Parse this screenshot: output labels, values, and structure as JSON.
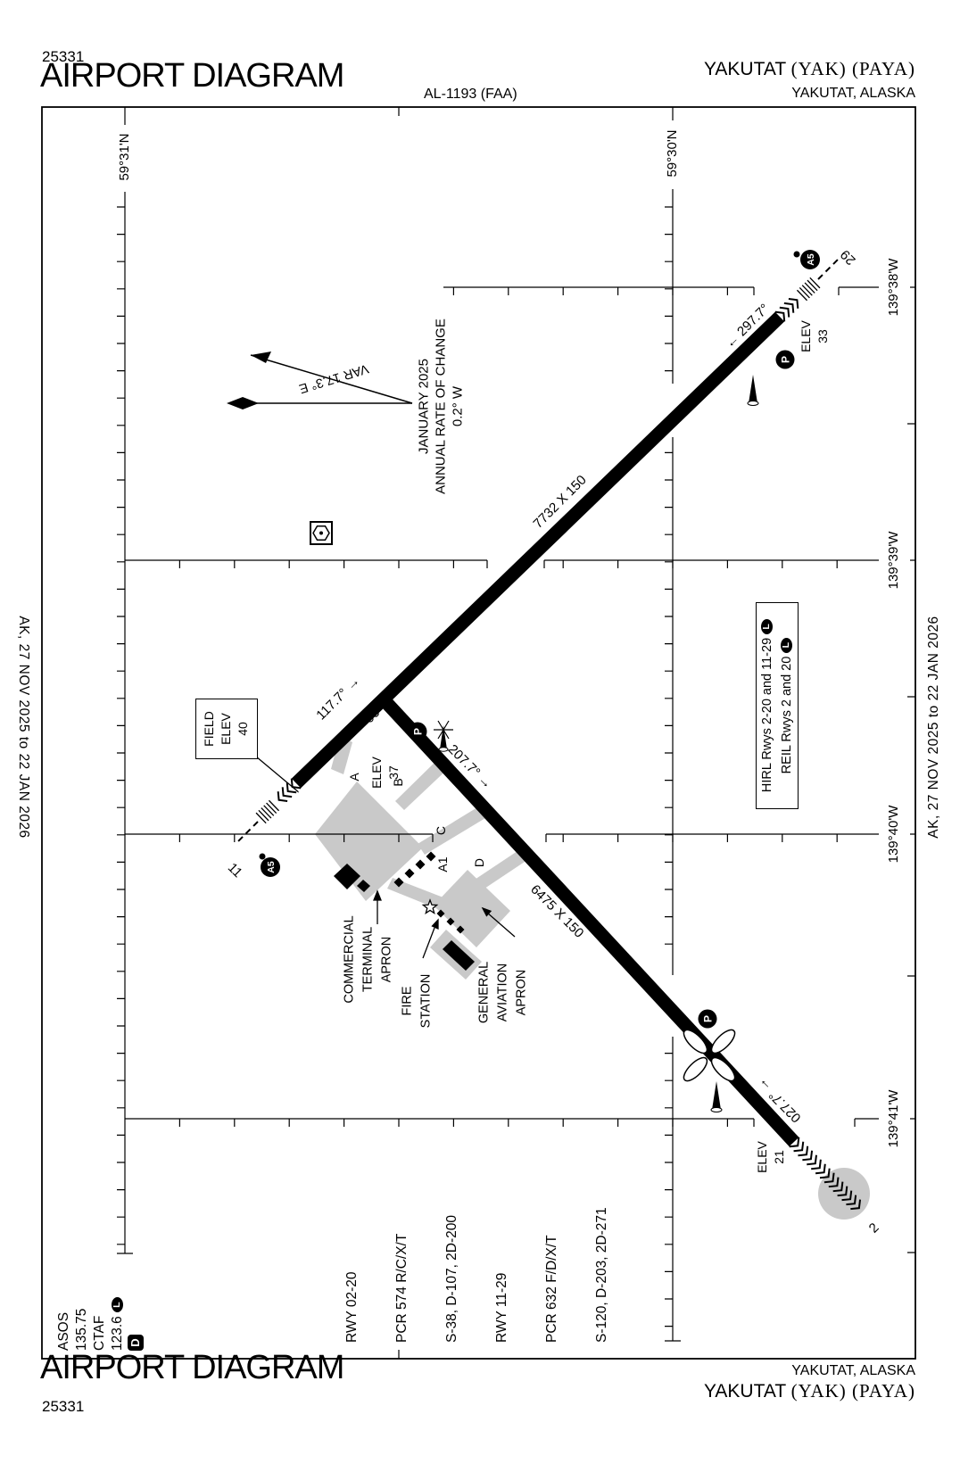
{
  "header": {
    "chart_number": "25331",
    "title": "AIRPORT DIAGRAM",
    "procedure_id": "AL-1193 (FAA)",
    "airport_name": "YAKUTAT",
    "airport_identifiers": "(YAK) (PAYA)",
    "city_state": "YAKUTAT, ALASKA"
  },
  "footer": {
    "chart_number": "25331",
    "title": "AIRPORT DIAGRAM",
    "airport_name": "YAKUTAT",
    "airport_identifiers": "(YAK) (PAYA)",
    "city_state": "YAKUTAT, ALASKA"
  },
  "margins": {
    "effective_dates": "AK,  27 NOV 2025  to  22 JAN 2026"
  },
  "grid": {
    "latitudes": [
      "59°31'N",
      "59°30'N"
    ],
    "longitudes": [
      "139°38'W",
      "139°39'W",
      "139°40'W",
      "139°41'W"
    ]
  },
  "compass": {
    "variation": "VAR 17.3° E",
    "date": "JANUARY 2025",
    "rate_label": "ANNUAL RATE OF CHANGE",
    "rate_value": "0.2° W"
  },
  "field_elevation": {
    "line1": "FIELD",
    "line2": "ELEV",
    "line3": "40"
  },
  "runway_11_29": {
    "dimensions": "7732 X 150",
    "number_29": "29",
    "number_11": "11",
    "heading_29": "← 297.7°",
    "heading_11": "117.7° →",
    "elev_29_label": "ELEV",
    "elev_29_value": "33"
  },
  "runway_02_20": {
    "dimensions": "6475 X 150",
    "number_20": "20",
    "number_2": "2",
    "heading_20": "207.7° →",
    "heading_2": "027.7° →",
    "elev_20_label": "ELEV",
    "elev_20_value": "37",
    "elev_2_label": "ELEV",
    "elev_2_value": "21"
  },
  "taxiways": {
    "a5": "A5",
    "a": "A",
    "b": "B",
    "c": "C",
    "a1": "A1",
    "d": "D",
    "parking": "P"
  },
  "aprons": {
    "commercial": [
      "COMMERCIAL",
      "TERMINAL",
      "APRON"
    ],
    "fire_station": [
      "FIRE",
      "STATION"
    ],
    "general_aviation": [
      "GENERAL",
      "AVIATION",
      "APRON"
    ]
  },
  "lighting": {
    "hirl": "HIRL Rwys 2-20 and 11-29",
    "reil": "REIL Rwys 2 and 20",
    "pcl_symbol": "L"
  },
  "communications": {
    "asos_label": "ASOS",
    "asos_freq": "135.75",
    "ctaf_label": "CTAF",
    "ctaf_freq": "123.6",
    "class_d_symbol": "D"
  },
  "runway_data": {
    "lines": [
      "RWY 02-20",
      "  PCR 574 R/C/X/T",
      "  S-38, D-107, 2D-200",
      "RWY 11-29",
      "  PCR 632 F/D/X/T",
      "  S-120, D-203, 2D-271"
    ]
  },
  "colors": {
    "ink": "#000000",
    "apron": "#c9c9c9",
    "paper": "#ffffff"
  }
}
